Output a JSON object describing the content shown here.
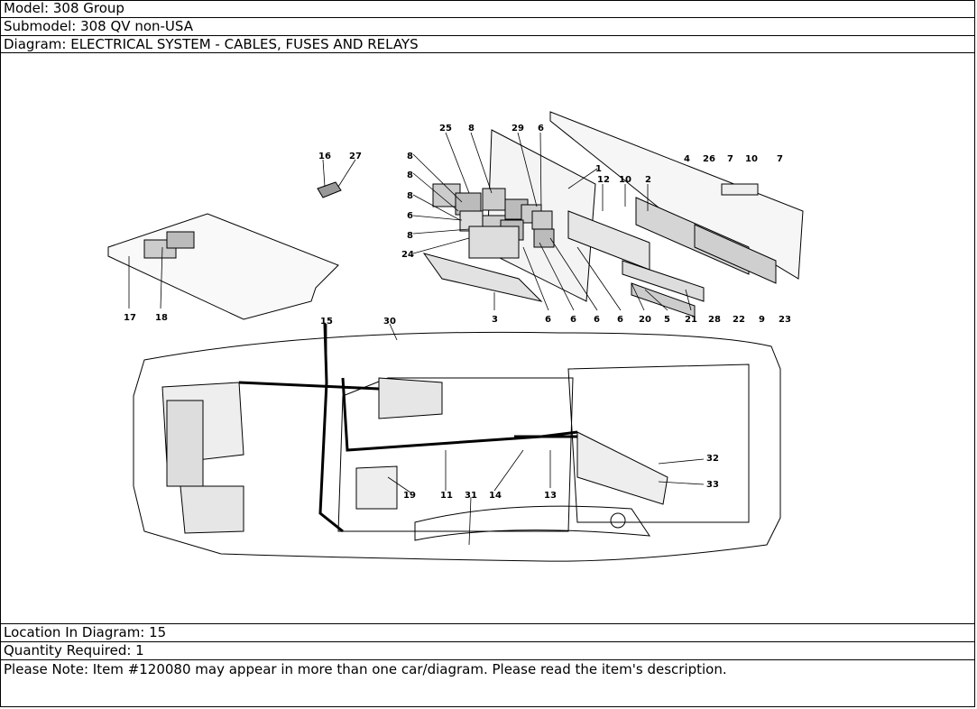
{
  "header": {
    "model": "Model: 308 Group",
    "submodel": "Submodel: 308 QV non-USA",
    "diagram": "Diagram: ELECTRICAL SYSTEM - CABLES, FUSES AND RELAYS"
  },
  "callouts": {
    "c25": "25",
    "c8a": "8",
    "c29": "29",
    "c6a": "6",
    "c16": "16",
    "c27": "27",
    "c8b": "8",
    "c8c": "8",
    "c8d": "8",
    "c6b": "6",
    "c8e": "8",
    "c24": "24",
    "c1": "1",
    "c12": "12",
    "c10a": "10",
    "c2": "2",
    "c4": "4",
    "c26": "26",
    "c7a": "7",
    "c10b": "10",
    "c7b": "7",
    "c17": "17",
    "c18": "18",
    "c3": "3",
    "c6c": "6",
    "c6d": "6",
    "c6e": "6",
    "c6f": "6",
    "c20": "20",
    "c5": "5",
    "c21": "21",
    "c28": "28",
    "c22": "22",
    "c9": "9",
    "c23": "23",
    "c15": "15",
    "c30": "30",
    "c32": "32",
    "c33": "33",
    "c19": "19",
    "c11": "11",
    "c31": "31",
    "c14": "14",
    "c13": "13"
  },
  "footer": {
    "location": "Location In Diagram: 15",
    "quantity": "Quantity Required: 1",
    "note": "Please Note: Item #120080 may appear in more than one car/diagram. Please read the item's description."
  }
}
